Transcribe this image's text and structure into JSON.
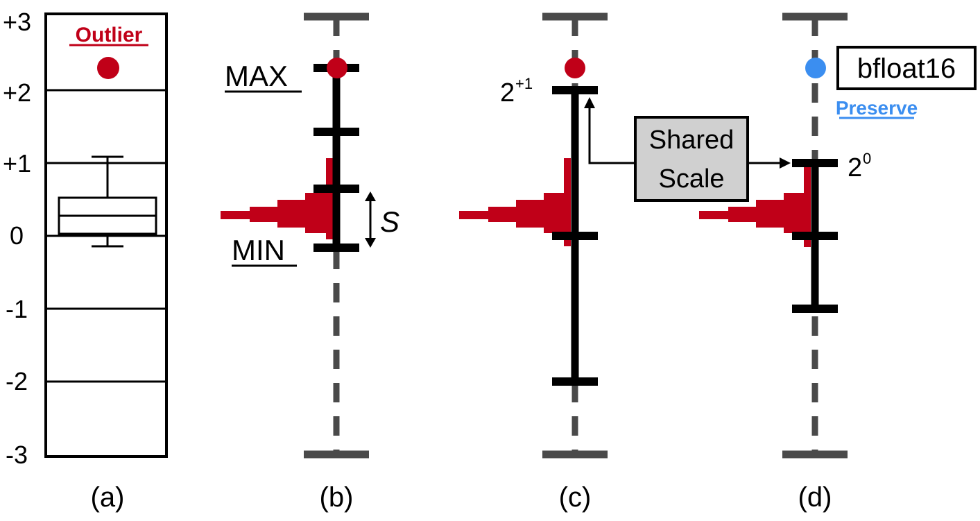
{
  "y_axis_ticks": [
    "+3",
    "+2",
    "+1",
    "0",
    "-1",
    "-2",
    "-3"
  ],
  "panel_labels": [
    "(a)",
    "(b)",
    "(c)",
    "(d)"
  ],
  "panel_a": {
    "outlier_label": "Outlier"
  },
  "panel_b": {
    "max_label": "MAX",
    "min_label": "MIN",
    "step_label": "S"
  },
  "panel_c": {
    "scale_base": "2",
    "scale_exponent": "+1"
  },
  "panel_d": {
    "format_label": "bfloat16",
    "preserve_label": "Preserve",
    "scale_base": "2",
    "scale_exponent": "0"
  },
  "shared_scale_box": {
    "line1": "Shared",
    "line2": "Scale"
  },
  "colors": {
    "outlier_red": "#c00018",
    "preserve_blue": "#3b8ef0",
    "range_black": "#000000",
    "axis_gray": "#4a4a4a",
    "box_gray": "#d0d0d0"
  }
}
